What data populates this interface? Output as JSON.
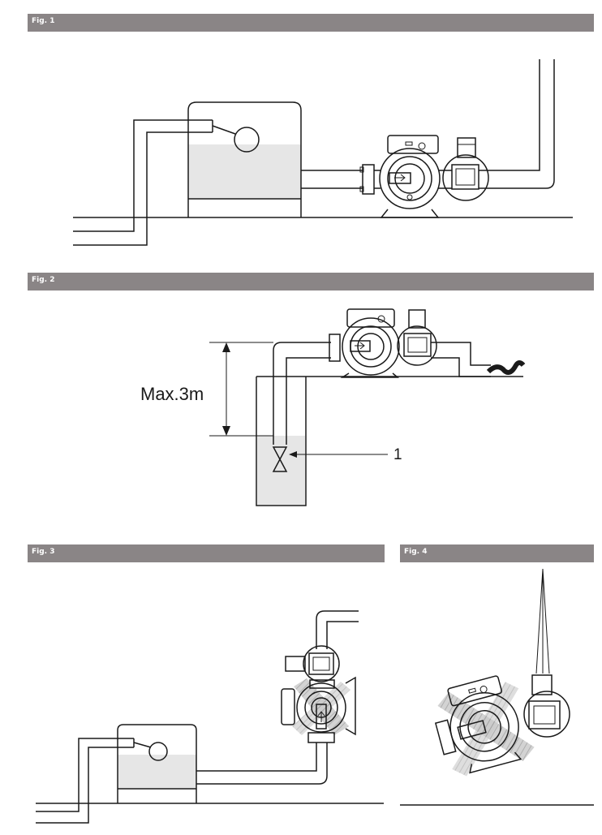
{
  "figures": {
    "fig1": {
      "label": "Fig. 1"
    },
    "fig2": {
      "label": "Fig. 2",
      "height_label": "Max.3m",
      "callout": "1"
    },
    "fig3": {
      "label": "Fig. 3"
    },
    "fig4": {
      "label": "Fig. 4"
    }
  },
  "colors": {
    "header_bar": "#8a8586",
    "water_fill": "#e6e6e6",
    "line": "#1a1a1a",
    "hatch": "#9a9a9a"
  }
}
